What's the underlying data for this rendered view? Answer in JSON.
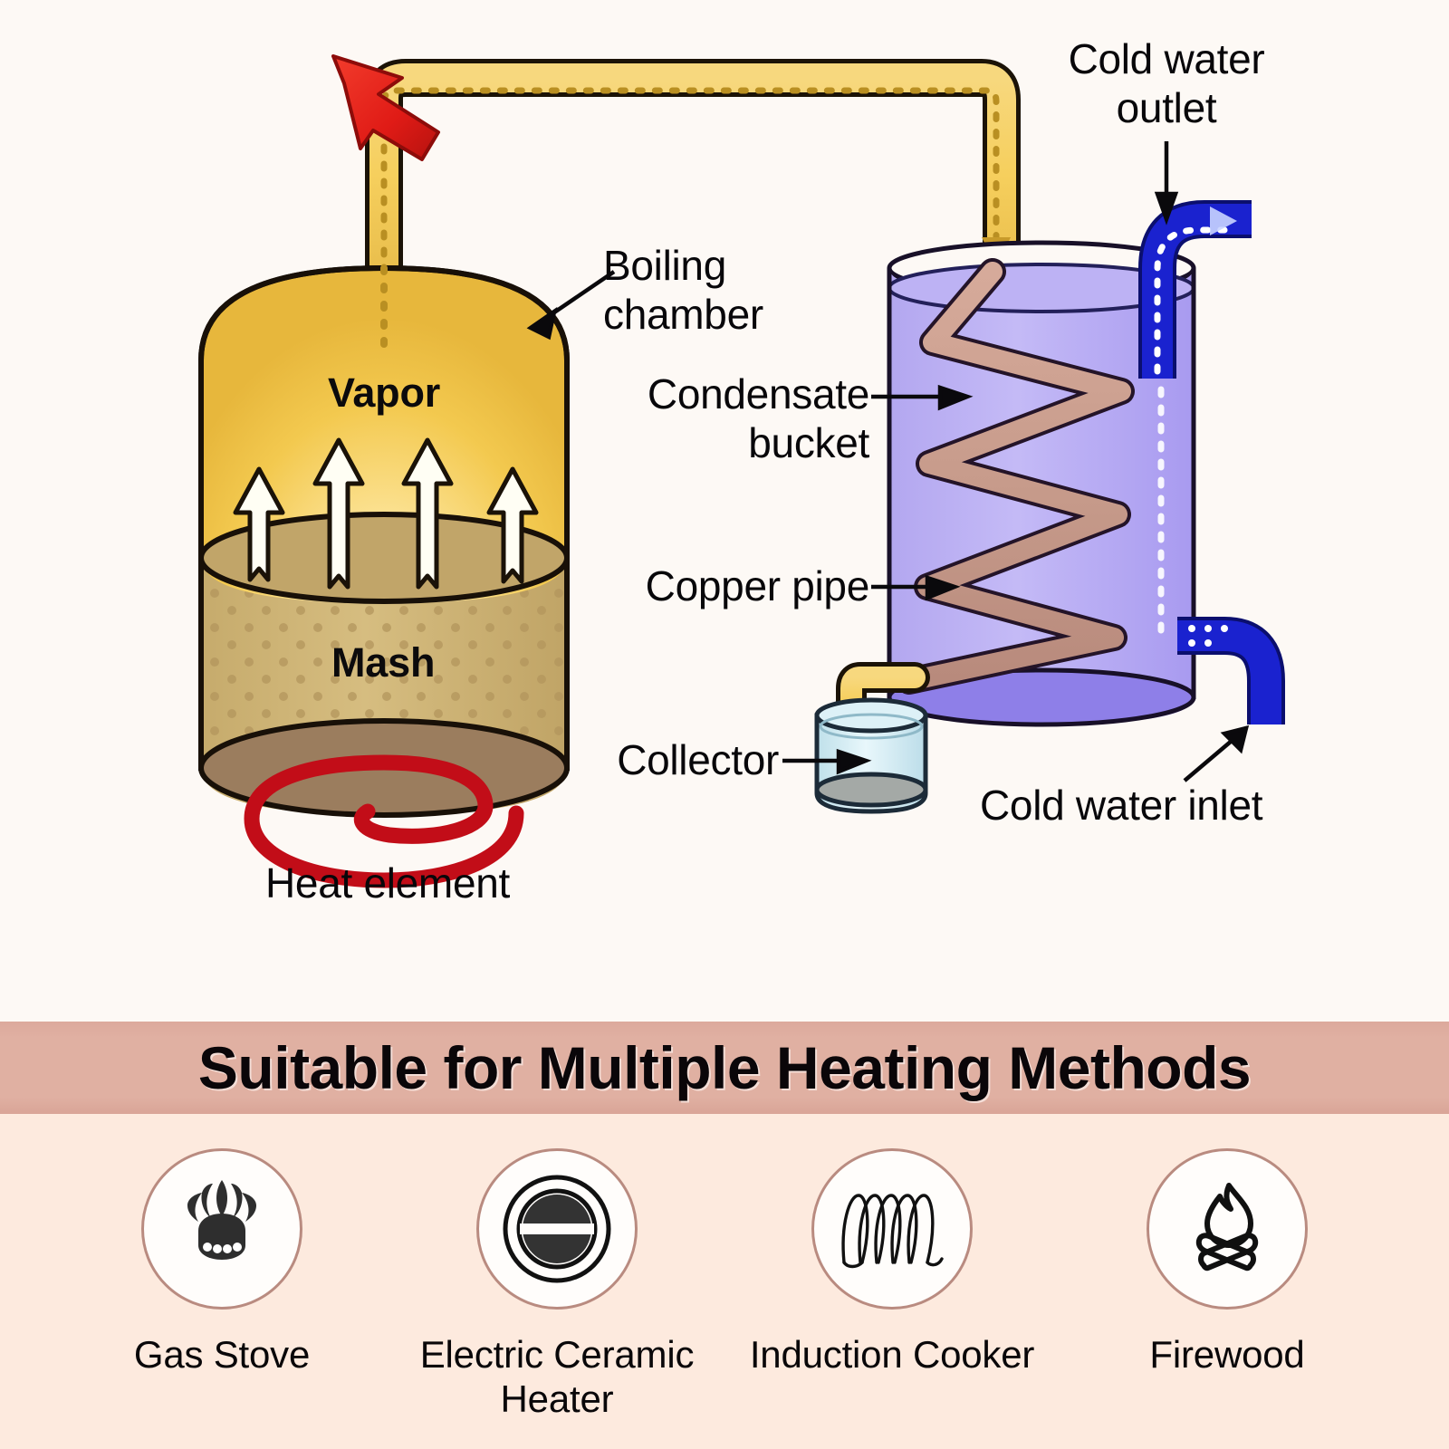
{
  "diagram": {
    "labels": {
      "boiling_chamber": "Boiling\nchamber",
      "condensate_bucket": "Condensate\nbucket",
      "copper_pipe": "Copper pipe",
      "collector": "Collector",
      "cold_water_outlet": "Cold water\noutlet",
      "cold_water_inlet": "Cold water inlet",
      "heat_element": "Heat element",
      "vapor": "Vapor",
      "mash": "Mash"
    },
    "colors": {
      "background": "#fdf9f5",
      "vapor_gold": "#f2c64a",
      "mash_tan": "#cdb273",
      "mash_base": "#9b7d5e",
      "pipe_gold": "#f5cf63",
      "pipe_outline": "#1a1208",
      "copper": "#c89a8b",
      "water_purple": "#b0a4ef",
      "water_pipe_blue": "#1a22cf",
      "heat_red": "#cc0a16",
      "bolt_red": "#e8231f",
      "collector_glass": "#cfe8ef"
    }
  },
  "banner": {
    "title": "Suitable for Multiple Heating Methods",
    "band_color": "#e0b0a2"
  },
  "methods": {
    "section_background": "#fdeade",
    "circle_border": "#b98b80",
    "items": [
      {
        "label": "Gas Stove",
        "icon": "gas-burner-flame-icon"
      },
      {
        "label": "Electric Ceramic\nHeater",
        "icon": "ceramic-hotplate-rings-icon"
      },
      {
        "label": "Induction Cooker",
        "icon": "induction-coil-icon"
      },
      {
        "label": "Firewood",
        "icon": "campfire-logs-flame-icon"
      }
    ]
  }
}
